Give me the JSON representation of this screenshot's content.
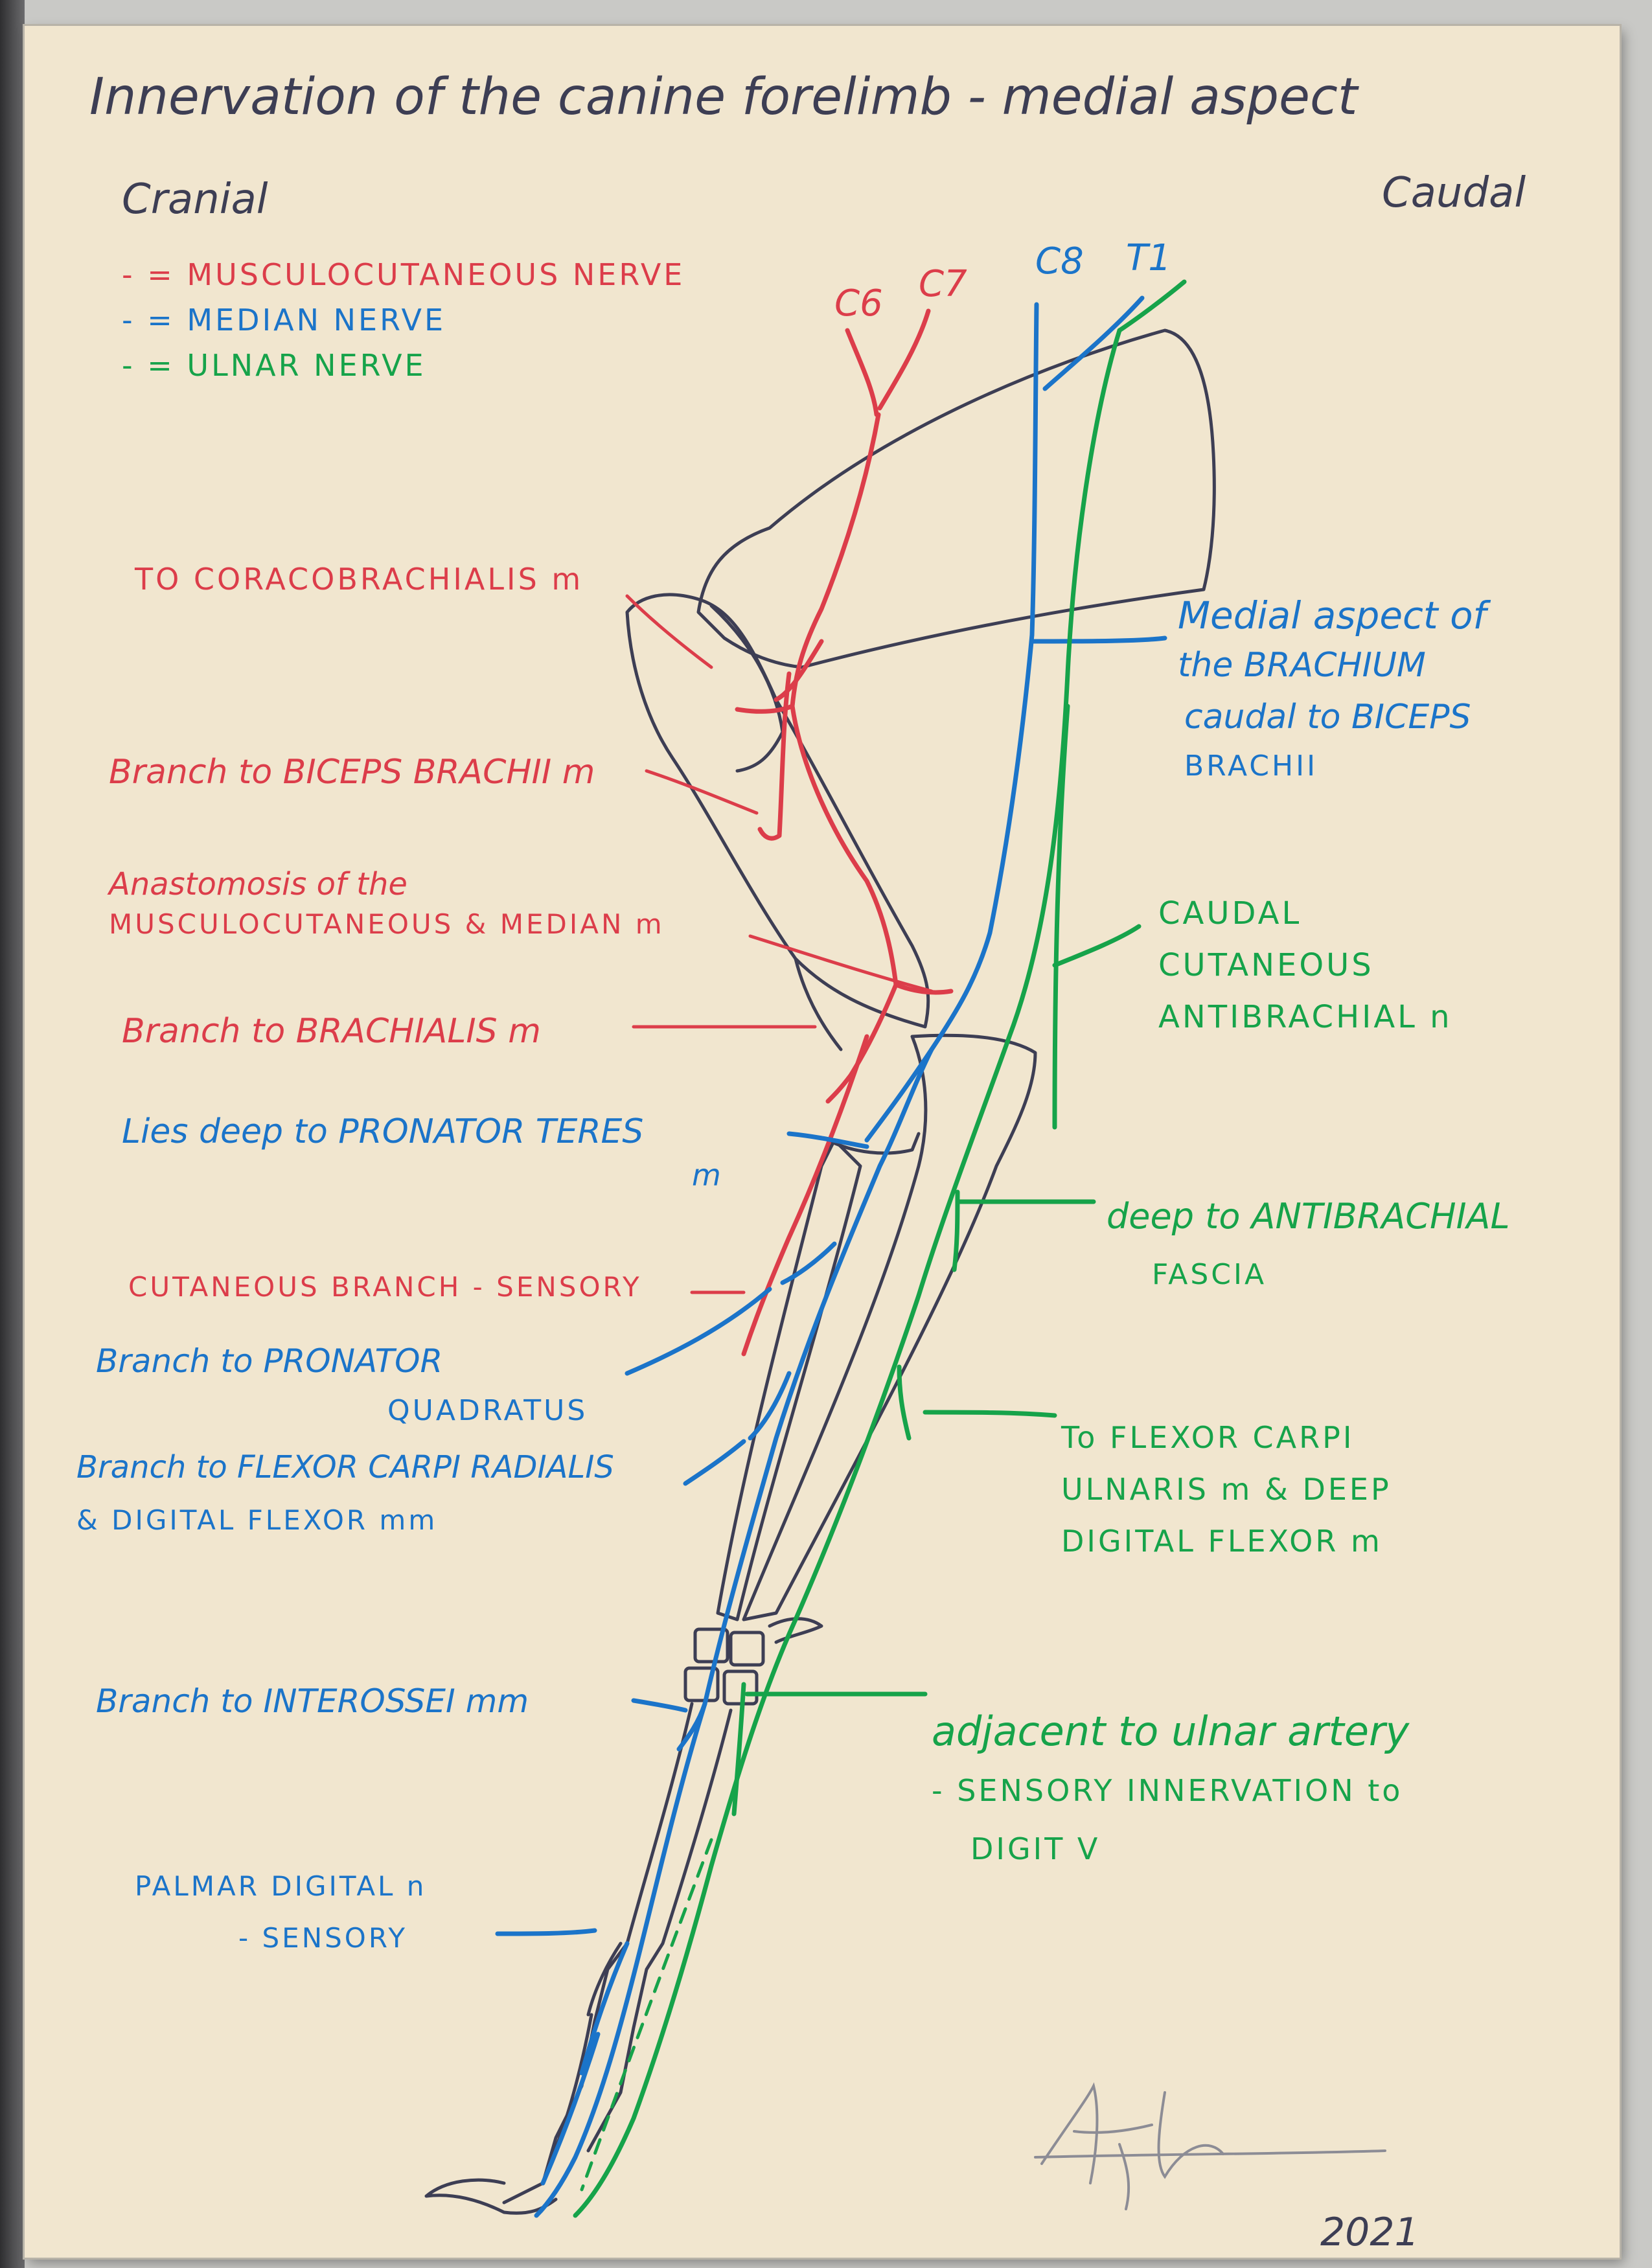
{
  "title": "Innervation of the canine forelimb - medial aspect",
  "orientation": {
    "left": "Cranial",
    "right": "Caudal"
  },
  "legend": [
    {
      "key": "-",
      "label": "= MUSCULOCUTANEOUS NERVE",
      "color": "#dc3d4a"
    },
    {
      "key": "-",
      "label": "= MEDIAN NERVE",
      "color": "#1b74c9"
    },
    {
      "key": "-",
      "label": "= ULNAR NERVE",
      "color": "#16a34a"
    }
  ],
  "spinal_roots": [
    "C6",
    "C7",
    "C8",
    "T1"
  ],
  "labels": {
    "coracobrachialis": "TO CORACOBRACHIALIS m",
    "biceps": "Branch to BICEPS BRACHII m",
    "anastomosis_1": "Anastomosis of the",
    "anastomosis_2": "MUSCULOCUTANEOUS & MEDIAN m",
    "brachialis": "Branch to BRACHIALIS m",
    "pronator_teres_1": "Lies deep to PRONATOR TERES",
    "pronator_teres_2": "m",
    "cutaneous_branch": "CUTANEOUS BRANCH - SENSORY",
    "pronator_quadratus_1": "Branch to PRONATOR",
    "pronator_quadratus_2": "QUADRATUS",
    "flexor_carpi_radialis_1": "Branch to FLEXOR CARPI RADIALIS",
    "flexor_carpi_radialis_2": "& DIGITAL FLEXOR mm",
    "interossei": "Branch to INTEROSSEI mm",
    "palmar_digital_1": "PALMAR DIGITAL n",
    "palmar_digital_2": "- SENSORY",
    "medial_brachium_1": "Medial aspect of",
    "medial_brachium_2": "the BRACHIUM",
    "medial_brachium_3": "caudal to BICEPS",
    "medial_brachium_4": "BRACHII",
    "caudal_cutaneous_1": "CAUDAL",
    "caudal_cutaneous_2": "CUTANEOUS",
    "caudal_cutaneous_3": "ANTIBRACHIAL n",
    "deep_fascia_1": "deep to ANTIBRACHIAL",
    "deep_fascia_2": "FASCIA",
    "flexor_carpi_ulnaris_1": "To FLEXOR CARPI",
    "flexor_carpi_ulnaris_2": "ULNARIS m & DEEP",
    "flexor_carpi_ulnaris_3": "DIGITAL FLEXOR m",
    "ulnar_artery_1": "adjacent to ulnar artery",
    "ulnar_artery_2": "- SENSORY INNERVATION to",
    "ulnar_artery_3": "DIGIT V"
  },
  "footer": {
    "year": "2021"
  },
  "colors": {
    "paper": "#f1e6cf",
    "musculocutaneous": "#dc3d4a",
    "median": "#1b74c9",
    "ulnar": "#16a34a",
    "outline": "#3d3e54"
  },
  "icons": [
    "signature-mark"
  ]
}
